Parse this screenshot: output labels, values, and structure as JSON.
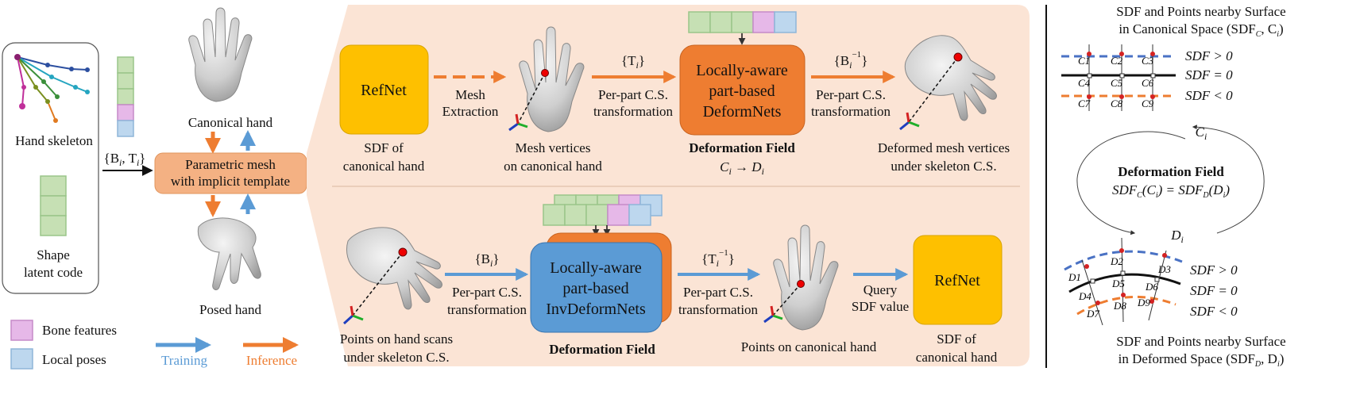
{
  "left_panel": {
    "hand_skeleton_label": "Hand skeleton",
    "shape_code_label_1": "Shape",
    "shape_code_label_2": "latent code",
    "input_math": "{B",
    "input_math_sub1": "i",
    "input_math_mid": ", T",
    "input_math_sub2": "i",
    "input_math_end": "}"
  },
  "center_column": {
    "canonical_hand_label": "Canonical hand",
    "posed_hand_label": "Posed hand",
    "param_mesh_line1": "Parametric mesh",
    "param_mesh_line2": "with  implicit template"
  },
  "legend": {
    "bone_features": "Bone features",
    "local_poses": "Local poses",
    "training": "Training",
    "inference": "Inference"
  },
  "colors": {
    "orange": "#ee7d31",
    "blue": "#5b9bd5",
    "yellow": "#fec000",
    "panel_bg": "#fbe4d5",
    "green_cell": "#c6e0b4",
    "purple_cell": "#e6b8e8",
    "blue_cell": "#bdd7ee"
  },
  "top_row": {
    "refnet_label": "RefNet",
    "refnet_caption_1": "SDF of",
    "refnet_caption_2": "canonical hand",
    "mesh_extraction_1": "Mesh",
    "mesh_extraction_2": "Extraction",
    "mesh_vertices_1": "Mesh vertices",
    "mesh_vertices_2": "on canonical hand",
    "ti_label": "{T",
    "ti_sub": "i",
    "ti_end": "}",
    "per_part_1": "Per-part C.S.",
    "per_part_2": "transformation",
    "deform_line1": "Locally-aware",
    "deform_line2": "part-based",
    "deform_line3": "DeformNets",
    "deform_field": "Deformation Field",
    "ci_to_di": "C",
    "ci_to_di_sub": "i",
    "ci_to_di_arrow": " → D",
    "ci_to_di_sub2": "i",
    "binv_label": "{B",
    "binv_sub": "i",
    "binv_sup": "−1",
    "binv_end": "}",
    "per_part_3": "Per-part C.S.",
    "per_part_4": "transformation",
    "deformed_1": "Deformed mesh vertices",
    "deformed_2": "under skeleton C.S."
  },
  "bottom_row": {
    "points_scan_1": "Points on hand scans",
    "points_scan_2": "under skeleton C.S.",
    "bi_label": "{B",
    "bi_sub": "i",
    "bi_end": "}",
    "per_part_1": "Per-part C.S.",
    "per_part_2": "transformation",
    "inv_line1": "Locally-aware",
    "inv_line2": "part-based",
    "inv_line3": "InvDeformNets",
    "deform_field": "Deformation Field",
    "tinv_label": "{T",
    "tinv_sub": "i",
    "tinv_sup": "−1",
    "tinv_end": "}",
    "per_part_3": "Per-part C.S.",
    "per_part_4": "transformation",
    "points_canon": "Points  on canonical hand",
    "query_1": "Query",
    "query_2": "SDF value",
    "refnet_label": "RefNet",
    "refnet_caption_1": "SDF of",
    "refnet_caption_2": "canonical hand"
  },
  "right_panel": {
    "top_title_1": "SDF and Points nearby Surface",
    "top_title_2": "in Canonical Space (SDF",
    "top_title_2_sub": "C",
    "top_title_2_end": ", C",
    "top_title_2_sub2": "i",
    "top_title_2_close": ")",
    "sdf_pos": "SDF > 0",
    "sdf_zero": "SDF = 0",
    "sdf_neg": "SDF < 0",
    "c_labels": [
      "C1",
      "C2",
      "C3",
      "C4",
      "C5",
      "C6",
      "C7",
      "C8",
      "C9"
    ],
    "ci_node": "C",
    "di_node": "D",
    "deform_field": "Deformation Field",
    "equation": "SDF",
    "d_labels": [
      "D1",
      "D2",
      "D3",
      "D4",
      "D5",
      "D6",
      "D7",
      "D8",
      "D9"
    ],
    "bottom_title_1": "SDF and Points nearby Surface",
    "bottom_title_2": "in Deformed Space (SDF",
    "bottom_title_2_sub": "D",
    "bottom_title_2_end": ", D",
    "bottom_title_2_sub2": "i",
    "bottom_title_2_close": ")"
  }
}
